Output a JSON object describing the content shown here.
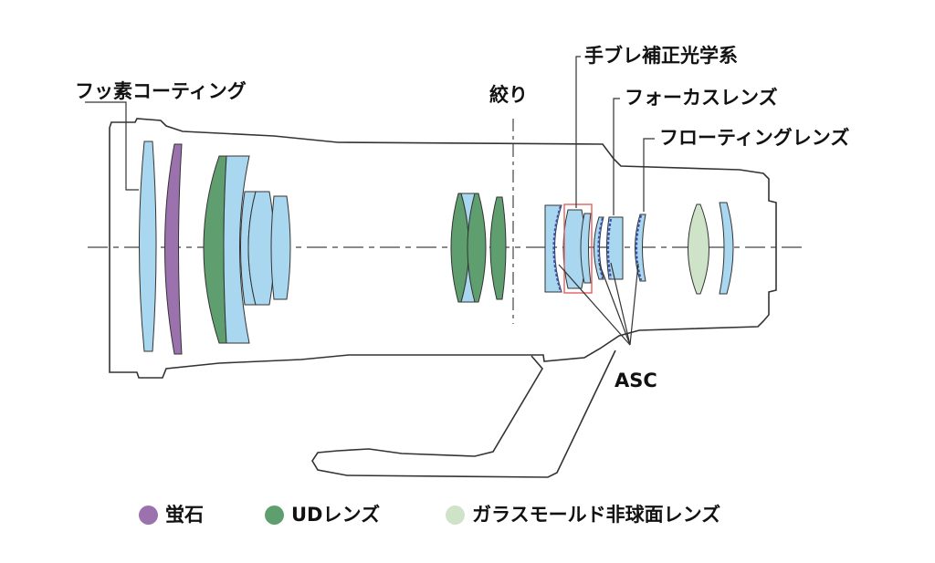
{
  "labels": {
    "fluorine_coating": "フッ素コーティング",
    "aperture": "絞り",
    "image_stabilizer": "手ブレ補正光学系",
    "focus_lens": "フォーカスレンズ",
    "floating_lens": "フローティングレンズ",
    "asc": "ASC"
  },
  "legend": [
    {
      "label": "蛍石",
      "color": "#9b72ad"
    },
    {
      "label": "UDレンズ",
      "color": "#5f9e6e"
    },
    {
      "label": "ガラスモールド非球面レンズ",
      "color": "#cfe3c8"
    }
  ],
  "colors": {
    "standard_glass": "#a9d7f0",
    "fluorite": "#9b72ad",
    "ud": "#5f9e6e",
    "gmo_aspherical": "#cfe3c8",
    "outline": "#333333",
    "asc_coating": "#3a4fa8",
    "is_box": "#e06060"
  }
}
